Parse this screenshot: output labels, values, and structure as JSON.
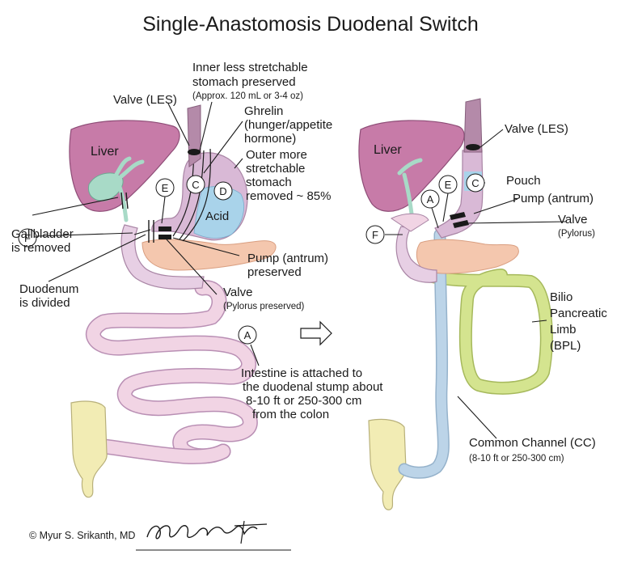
{
  "title": "Single-Anastomosis Duodenal Switch",
  "left": {
    "inner_stomach": [
      "Inner less stretchable",
      "stomach preserved"
    ],
    "inner_stomach_sub": "(Approx. 120 mL or 3-4 oz)",
    "valve_les": "Valve (LES)",
    "ghrelin": [
      "Ghrelin",
      "(hunger/appetite",
      "hormone)"
    ],
    "outer_stomach": [
      "Outer more",
      "stretchable",
      "stomach",
      "removed ~ 85%"
    ],
    "liver": "Liver",
    "acid": "Acid",
    "gallbladder": [
      "Gallbladder",
      "is removed"
    ],
    "duodenum": [
      "Duodenum",
      "is divided"
    ],
    "pump": [
      "Pump (antrum)",
      "preserved"
    ],
    "valve": "Valve",
    "valve_sub": "(Pylorus preserved)",
    "intestine": [
      "Intestine is attached to",
      "the duodenal stump about",
      "8-10 ft or 250-300 cm",
      "from the colon"
    ],
    "circles": {
      "c": "C",
      "d": "D",
      "e": "E",
      "f": "F",
      "a": "A"
    }
  },
  "right": {
    "liver": "Liver",
    "valve_les": "Valve (LES)",
    "pouch": "Pouch",
    "pump": "Pump (antrum)",
    "valve": "Valve",
    "valve_sub": "(Pylorus)",
    "bpl": [
      "Bilio",
      "Pancreatic",
      "Limb",
      "(BPL)"
    ],
    "cc": "Common Channel (CC)",
    "cc_sub": "(8-10 ft or 250-300 cm)",
    "circles": {
      "e": "E",
      "a": "A",
      "c": "C",
      "f": "F"
    }
  },
  "copyright": "© Myur S. Srikanth, MD",
  "colors": {
    "liver": "#c77ba8",
    "stomach": "#d9b9d6",
    "esophagus": "#b48aa9",
    "acid": "#a9d3ea",
    "pancreas": "#f4c7ae",
    "gallbladder": "#a8dac7",
    "intestine": "#f1d4e4",
    "colon": "#f2ecb4",
    "bpl": "#d4e48f",
    "cc": "#bcd4e8"
  }
}
